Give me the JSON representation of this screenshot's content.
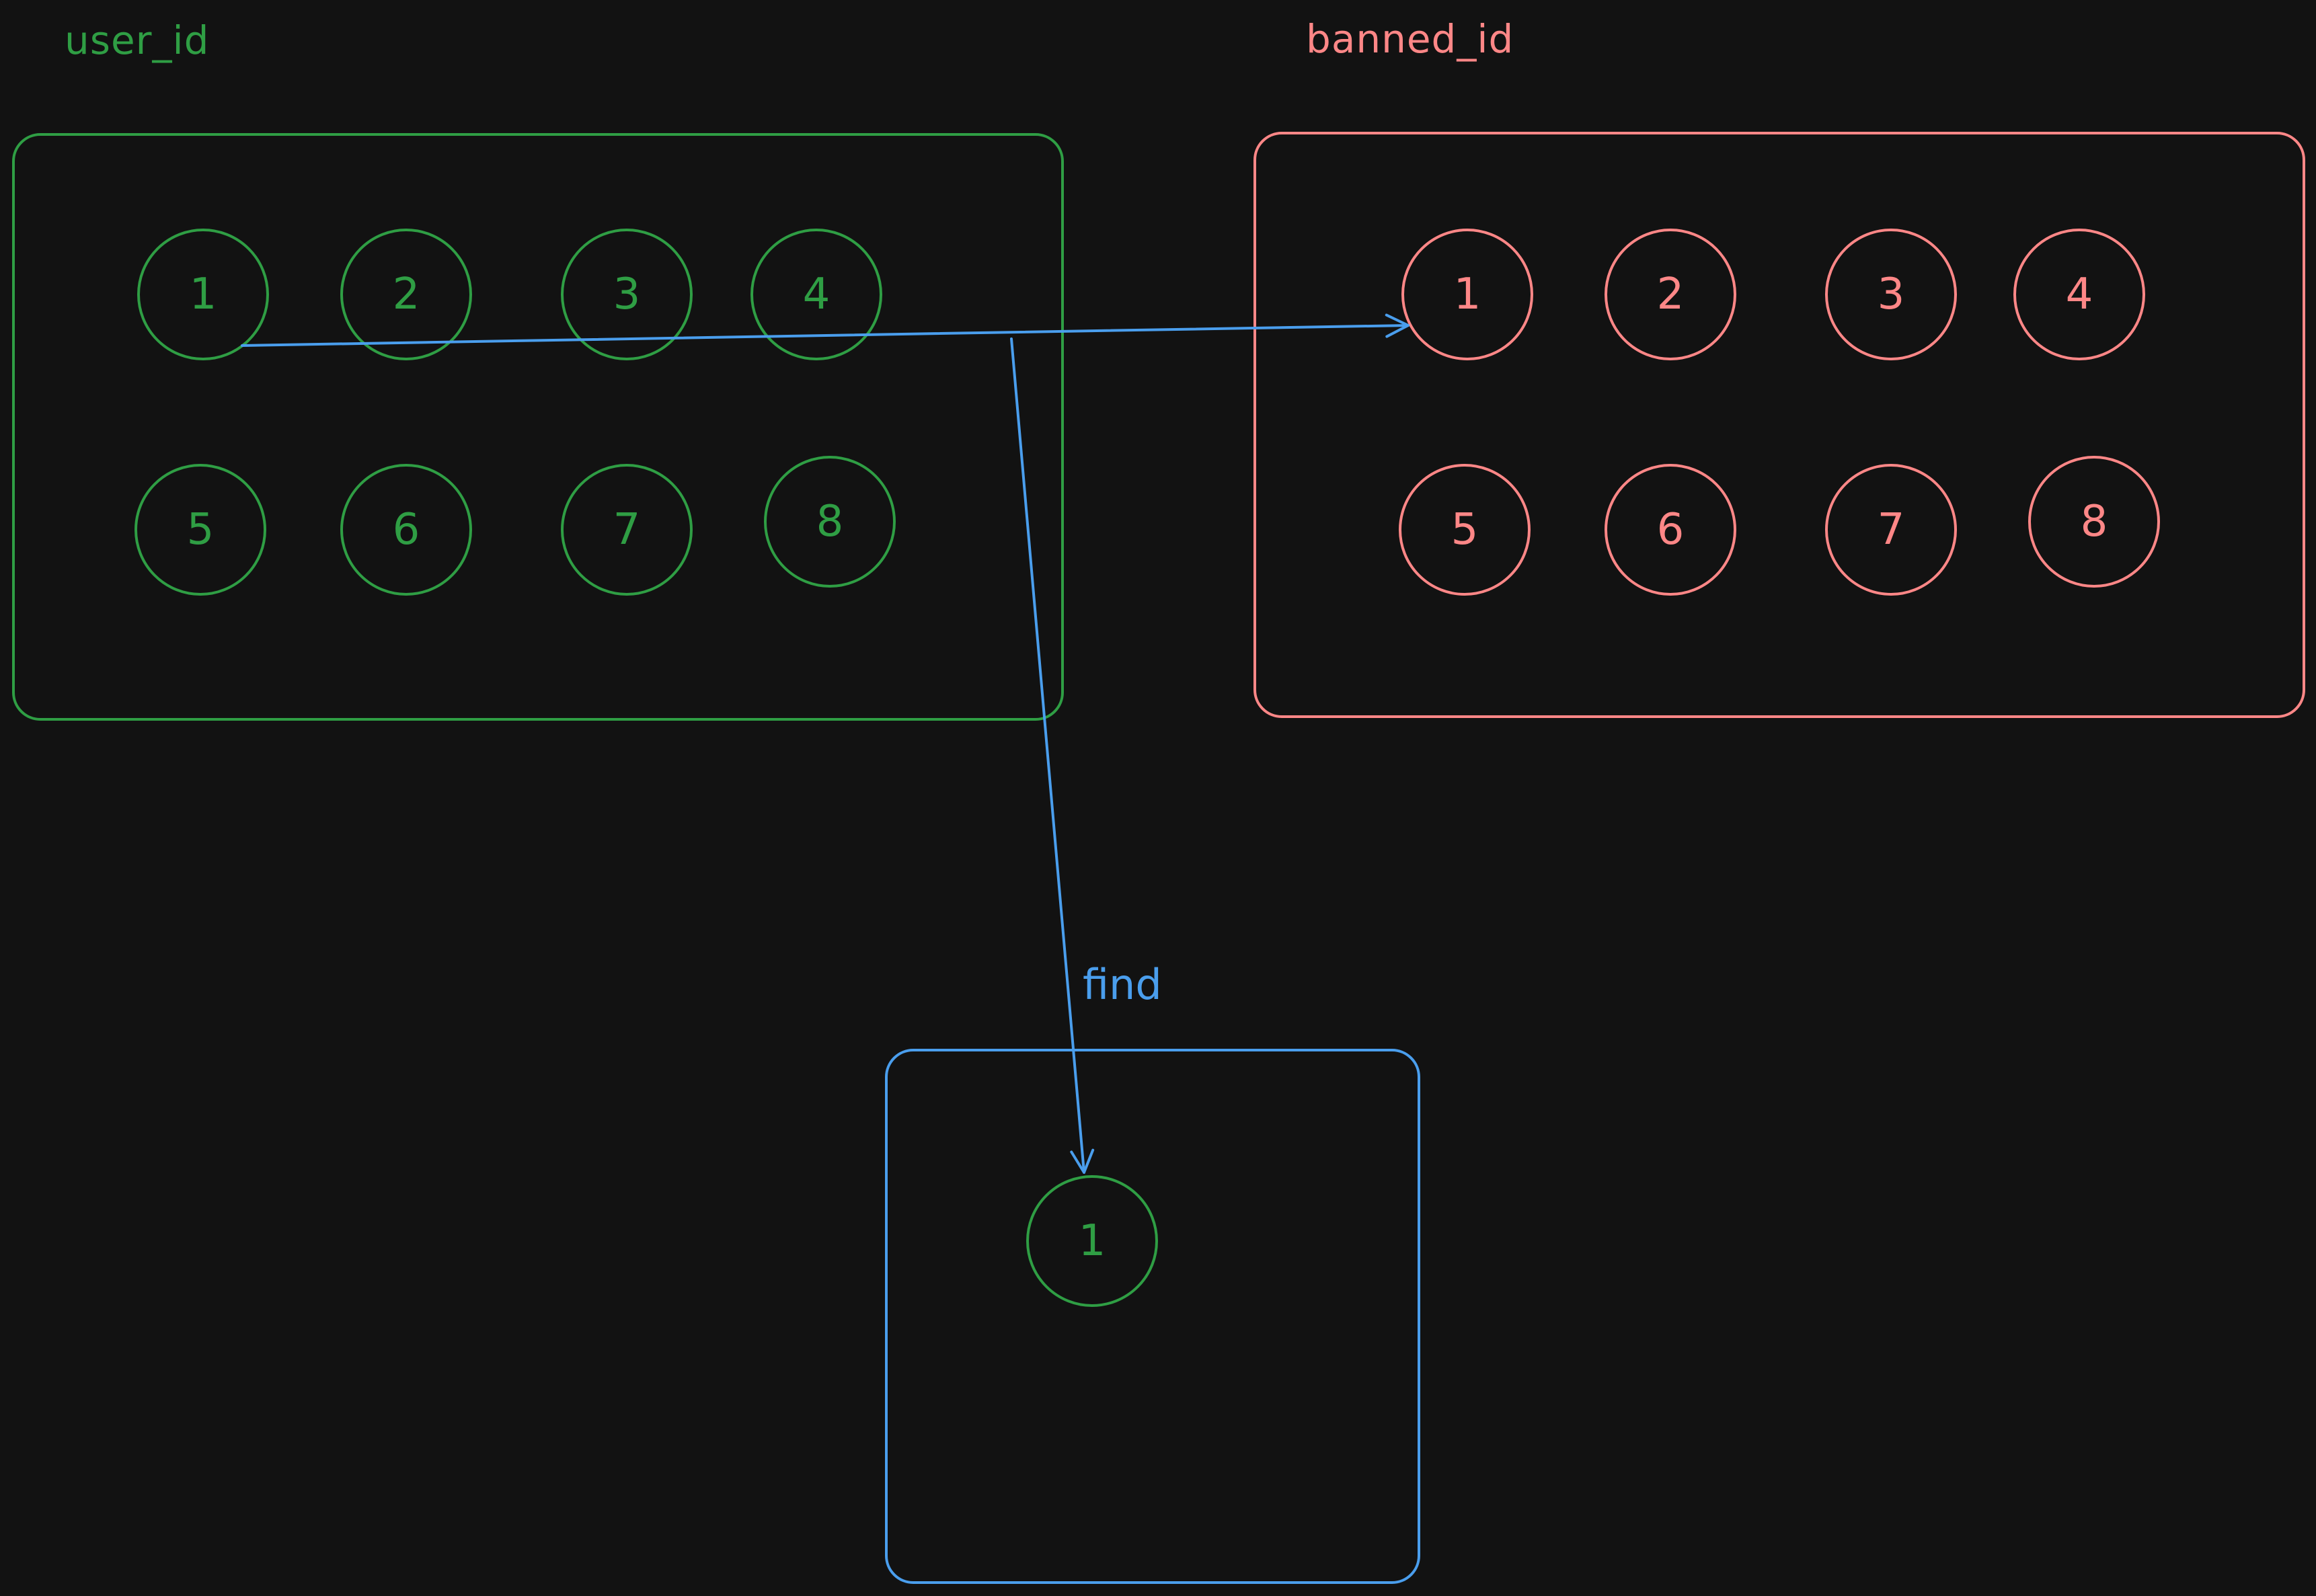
{
  "colors": {
    "background": "#121212",
    "green": "#2f9e44",
    "red": "#ff8787",
    "blue": "#4a9eed"
  },
  "groups": {
    "user": {
      "label": "user_id",
      "nodes": [
        "1",
        "2",
        "3",
        "4",
        "5",
        "6",
        "7",
        "8"
      ]
    },
    "banned": {
      "label": "banned_id",
      "nodes": [
        "1",
        "2",
        "3",
        "4",
        "5",
        "6",
        "7",
        "8"
      ]
    },
    "result": {
      "nodes": [
        "1"
      ]
    }
  },
  "edges": {
    "find_label": "find"
  }
}
